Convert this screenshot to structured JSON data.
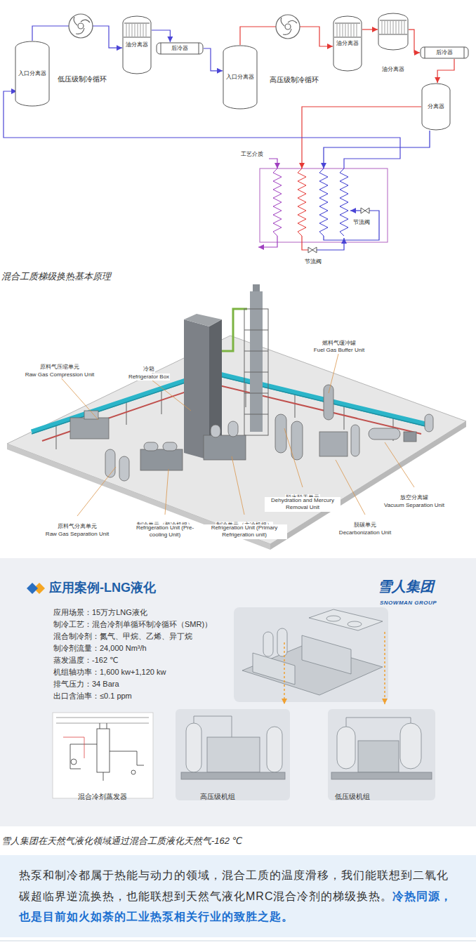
{
  "diagram": {
    "nodes": [
      {
        "text": [
          "入口分离器"
        ]
      },
      {
        "text": [
          "油分离器"
        ]
      },
      {
        "text": [
          "后冷器"
        ]
      },
      {
        "text": [
          "入口分离器"
        ]
      },
      {
        "text": [
          "油分离器"
        ]
      },
      {
        "text": [
          "油分离器"
        ]
      },
      {
        "text": [
          "后冷器"
        ]
      },
      {
        "text": [
          "分离器"
        ]
      },
      {
        "text": [
          "热泵和制冷都属于热能与动力的领域，混合工质的温度滑移，我们能联想到二氧化碳超临界逆流换热，也能联想到天然气液化MRC混合冷剂的梯级换热。",
          "冷热同源，也是目前如火如荼的工业热泵相关行业的致胜之匙。"
        ]
      }
    ],
    "edges": [
      {
        "from": 0,
        "to": 1,
        "arrow": "to"
      },
      {
        "from": 1,
        "to": 2,
        "arrow": "to"
      },
      {
        "from": 2,
        "to": 3,
        "arrow": "to"
      },
      {
        "from": 3,
        "to": 4,
        "arrow": "to"
      },
      {
        "from": 4,
        "to": 5,
        "arrow": "to"
      },
      {
        "from": 5,
        "to": 6,
        "arrow": "to"
      },
      {
        "from": 6,
        "to": 7,
        "arrow": "to"
      }
    ],
    "labels": [
      "低压级制冷循环",
      "高压级制冷循环",
      "工艺介质",
      "节流阀",
      "节流阀",
      "混合工质梯级换热基本原理",
      "燃料气缓冲罐",
      "Fuel Gas Buffer Unit",
      "原料气压缩单元",
      "Raw Gas Compression Unit",
      "冷箱",
      "Refrigerator Box",
      "脱水脱汞单元",
      "Dehydration and Mercury Removal Unit",
      "放空分离罐",
      "Vacuum Separation Unit",
      "原料气分离单元",
      "Raw Gas Separation Unit",
      "制冷单元（预冷机组）",
      "Refrigeration Unit (Pre-cooling Unit)",
      "制冷单元（主冷机组）",
      "Refrigeration Unit (Primary Refrigeration unit)",
      "脱碳单元",
      "Decarbonization Unit",
      "应用案例-LNG液化",
      "雪人集团",
      "SNOWMAN GROUP",
      "应用场景：15万方LNG液化",
      "制冷工艺：混合冷剂单循环制冷循环（SMR)）",
      "混合制冷剂：氮气、甲烷、乙烯、异丁烷",
      "制冷剂流量：24,000 Nm³/h",
      "蒸发温度：-162 ℃",
      "机组轴功率：1,600 kw+1,120 kw",
      "排气压力：34 Bara",
      "出口含油率：≤0.1 ppm",
      "混合冷剂蒸发器",
      "高压级机组",
      "低压级机组",
      "雪人集团在天然气液化领域通过混合工质液化天然气-162 ℃"
    ]
  }
}
